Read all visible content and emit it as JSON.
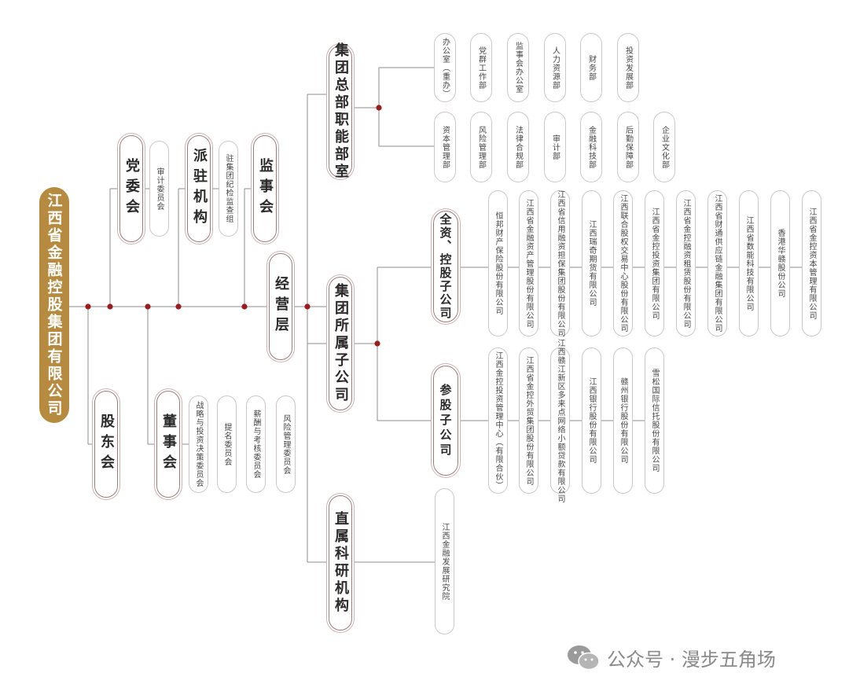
{
  "root": "江西省金融控股集团有限公司",
  "shareholders": "股东会",
  "party_committee": "党委会",
  "audit_committee": "审计委员会",
  "dispatched": "派驻机构",
  "dispatched_unit": "驻集团纪检监查组",
  "supervisors": "监事会",
  "board": "董事会",
  "board_committees": [
    "战略与投资决策委员会",
    "提名委员会",
    "薪酬与考核委员会",
    "风险管理委员会"
  ],
  "management": "经营层",
  "hq_departments": {
    "label": "集团总部职能部室",
    "row1": [
      "办公室（重办）",
      "党群工作部",
      "监事会办公室",
      "人力资源部",
      "财务部",
      "投资发展部"
    ],
    "row2": [
      "资本管理部",
      "风险管理部",
      "法律合规部",
      "审计部",
      "金融科技部",
      "后勤保障部",
      "企业文化部"
    ]
  },
  "subsidiaries": {
    "label": "集团所属子公司",
    "controlled_label": "全资、控股子公司",
    "controlled": [
      "恒邦财产保险股份有限公司",
      "江西省金融资产管理股份有限公司",
      "江西省信用融资担保集团股份有限公司",
      "江西瑞奇期货有限公司",
      "江西联合股权交易中心股份有限公司",
      "江西省金控投资集团有限公司",
      "江西省金控融资租赁股份有限公司",
      "江西省财通供应链金融集团有限公司",
      "江西省数能科技有限公司",
      "香港华赣股份公司",
      "江西省金控资本管理有限公司"
    ],
    "participating_label": "参股子公司",
    "participating": [
      "江西金控投资管理中心（有限合伙）",
      "江西省金控外贸集团股份有限公司",
      "江西赣江新区多来点网络小额贷款有限公司",
      "江西银行股份有限公司",
      "赣州银行股份有限公司",
      "雪松国际信托股份有限公司"
    ]
  },
  "research": {
    "label": "直属科研机构",
    "items": [
      "江西金融发展研究院"
    ]
  },
  "watermark": "公众号 · 漫步五角场",
  "colors": {
    "root_fill": "#b68b3f",
    "junction": "#9b1c1c",
    "line": "#8c8c8c"
  }
}
